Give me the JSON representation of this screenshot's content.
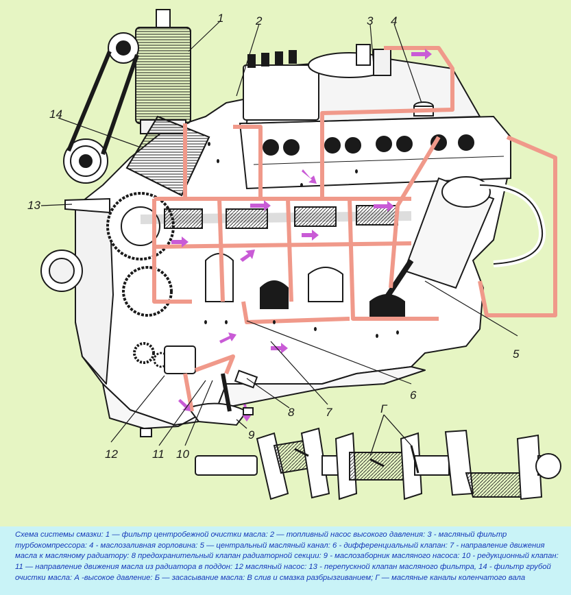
{
  "colors": {
    "background": "#e6f5c3",
    "caption_background": "#c9f3f7",
    "caption_text": "#1438b8",
    "oil_channel": "#f0998a",
    "flow_arrow": "#c95bd6",
    "line_art": "#1a1a1a"
  },
  "labels": {
    "l1": "1",
    "l2": "2",
    "l3": "3",
    "l4": "4",
    "l5": "5",
    "l6": "6",
    "l7": "7",
    "l8": "8",
    "l9": "9",
    "l10": "10",
    "l11": "11",
    "l12": "12",
    "l13": "13",
    "l14": "14",
    "crank_channels": "Г"
  },
  "caption": "Схема системы смазки: 1 — фильтр центробежной очистки масла: 2 — топливный насос высокого давления: 3 - масляный фильтр турбокомпрессора: 4 - маслозаливная горловина: 5 — центральный масляный канал: 6 - дифференциальный клапан: 7 - направление движения масла к масляному радиатору: 8 предохранительный клапан радиаторной секции: 9 - маслозаборник масляного насоса: 10 - редукционный клапан: 11 — направление движения масла из радиатора в поддон: 12 масляный насос: 13 - перепускной клапан масляного фильтра, 14 - фильтр грубой очистки масла: А -высокое давление: Б — засасывание масла: В слив и смазка разбрызгиванием; Г — масляные каналы коленчатого вала"
}
